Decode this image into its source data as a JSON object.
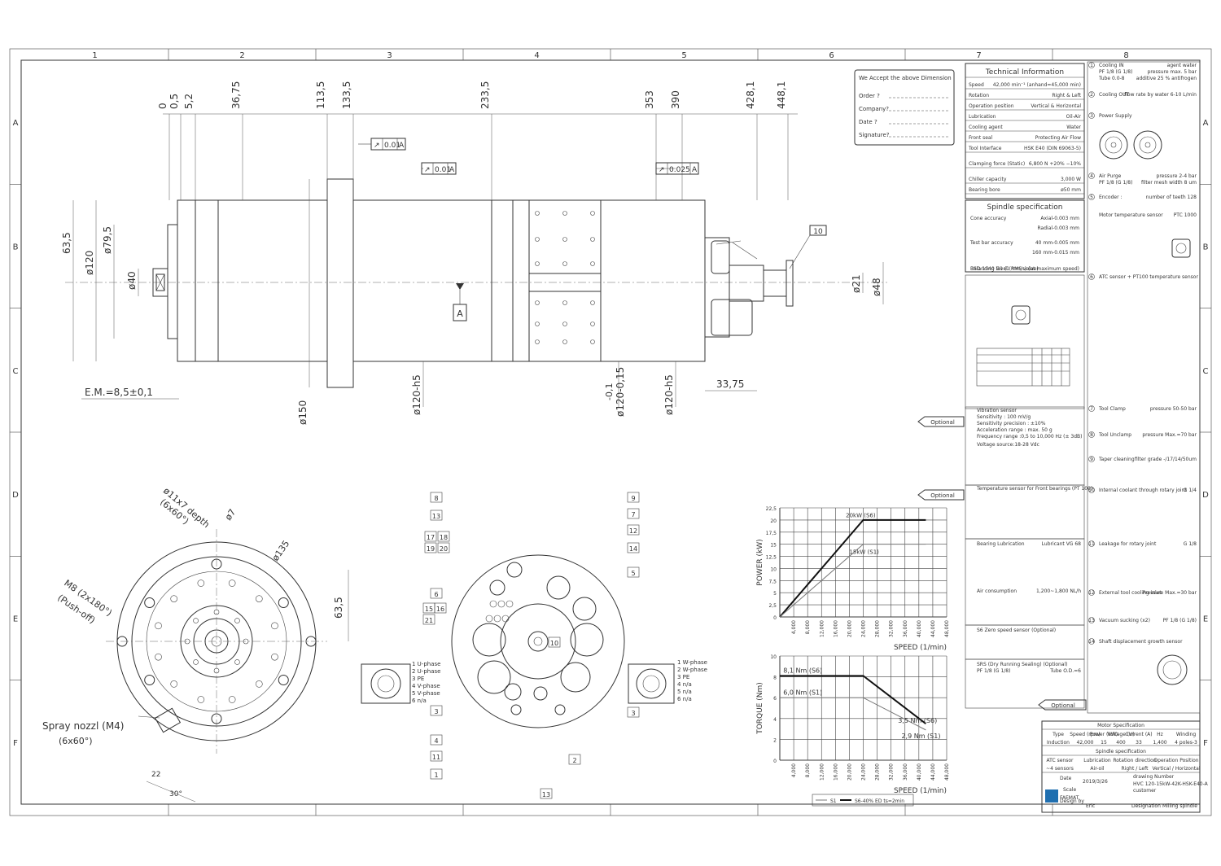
{
  "grid": {
    "columns": [
      "1",
      "2",
      "3",
      "4",
      "5",
      "6",
      "7",
      "8"
    ],
    "rows": [
      "A",
      "B",
      "C",
      "D",
      "E",
      "F"
    ]
  },
  "dims_top": [
    "0",
    "0,5",
    "5,2",
    "36,75",
    "113,5",
    "133,5",
    "233,5",
    "353",
    "390",
    "428,1",
    "448,1"
  ],
  "dims_side": [
    "63,5",
    "ø120",
    "ø79,5",
    "ø40",
    "ø150",
    "ø21",
    "ø48"
  ],
  "dims_bottom": [
    "ø120-h5",
    "ø120-0,15",
    "-0,1",
    "ø120-h5",
    "33,75"
  ],
  "em_label": "E.M.=8,5±0,1",
  "tolerances": [
    {
      "sym": "↗",
      "val": "0.01",
      "ref": "A"
    },
    {
      "sym": "↗",
      "val": "0.01",
      "ref": "A"
    },
    {
      "sym": "↗",
      "val": "0.025",
      "ref": "A"
    }
  ],
  "datum": "A",
  "callout_10": "10",
  "accept": {
    "title": "We Accept the above Dimension",
    "rows": [
      "Order   ?",
      "Company?",
      "Date    ?",
      "Signature?"
    ]
  },
  "tech": {
    "title": "Technical Information",
    "rows": [
      [
        "Speed",
        "42,000 min⁻¹ (anhand=45,000 min)"
      ],
      [
        "Rotation",
        "Right & Left"
      ],
      [
        "Operation position",
        "Vertical & Horizontal"
      ],
      [
        "Lubrication",
        "Oil-Air"
      ],
      [
        "Cooling agent",
        "Water"
      ],
      [
        "Front seal",
        "Protecting Air Flow"
      ],
      [
        "Tool Interface",
        "HSK E40 (DIN 69063-5)"
      ],
      [
        "Clamping force (Static)",
        "6,800 N  +20% −10%"
      ],
      [
        "Chiller capacity",
        "3,000 W"
      ],
      [
        "Bearing bore",
        "ø50 mm"
      ]
    ]
  },
  "spindle_spec": {
    "title": "Spindle specification",
    "rows": [
      [
        "Cone accuracy",
        "Axial-0.003 mm"
      ],
      [
        "",
        "Radial-0.003 mm"
      ],
      [
        "Test bar accuracy",
        "40 mm-0.005 mm"
      ],
      [
        "",
        "160 mm-0.015 mm"
      ],
      [
        "Balancing level (RMS value)",
        "ISO 1940 G1 (1 mm/s) (at maximum speed)"
      ]
    ]
  },
  "right_col": [
    [
      "1",
      "Cooling IN",
      "agent  water"
    ],
    [
      "",
      "PF 1/8 (G 1/8)",
      "pressure  max. 5 bar"
    ],
    [
      "",
      "Tube 0.0-8",
      "additive  25 % antifrogen"
    ],
    [
      "2",
      "Cooling OUT",
      "flow rate by water  6-10 L/min"
    ],
    [
      "3",
      "Power Supply",
      ""
    ],
    [
      "4",
      "Air Purge",
      "pressure 2-4 bar"
    ],
    [
      "",
      "PF 1/8 (G 1/8)",
      "filter mesh width 8 um"
    ],
    [
      "5",
      "Encoder :",
      "number of teeth 128"
    ],
    [
      "",
      "Motor temperature sensor",
      "PTC 1000"
    ],
    [
      "6",
      "ATC sensor + PT100 temperature sensor",
      ""
    ],
    [
      "7",
      "Tool Clamp",
      "pressure 50-50 bar"
    ],
    [
      "8",
      "Tool Unclamp",
      "pressure Max.=70 bar"
    ],
    [
      "9",
      "Taper cleaning",
      "filter grade -/17/14/50um"
    ],
    [
      "10",
      "Internal coolant through rotary joint",
      "G 1/4"
    ],
    [
      "11",
      "Leakage for rotary joint",
      "G 1/8"
    ],
    [
      "12",
      "External tool cooling inlet",
      "Pressure Max.=30 bar"
    ],
    [
      "13",
      "Vacuum sucking (x2)",
      "PF 1/8 (G 1/8)"
    ],
    [
      "14",
      "Shaft displacement growth sensor",
      ""
    ]
  ],
  "left_col": [
    [
      "",
      "Vibration sensor",
      ""
    ],
    [
      "",
      "Sensitivity : 100 mV/g",
      ""
    ],
    [
      "",
      "Sensitivity precision : ±10%",
      ""
    ],
    [
      "",
      "Acceleration range : max. 50 g",
      ""
    ],
    [
      "",
      "Frequency range :0,5 to 10,000 Hz (± 3dB)",
      ""
    ],
    [
      "",
      "Voltage source:18-28 Vdc",
      ""
    ],
    [
      "",
      "Temperature sensor for Front bearings (PT 100)",
      ""
    ],
    [
      "",
      "Bearing Lubrication",
      "Lubricant  VG 68"
    ],
    [
      "",
      "Air consumption",
      "1,200~1,800 NL/h"
    ],
    [
      "",
      "S6 Zero speed sensor (Optional)",
      ""
    ],
    [
      "",
      "SRS (Dry Running Sealing) (Optional)",
      ""
    ],
    [
      "",
      "PF 1/8 (G 1/8)",
      "Tube O.D.=6"
    ]
  ],
  "optional": [
    "Optional",
    "Optional",
    "Optional"
  ],
  "front_view": {
    "labels": [
      "ø11x7 depth",
      "(6x60°)",
      "ø7",
      "ø135",
      "63,5",
      "M8 (2x180°)",
      "(Push-off)",
      "Spray nozzl (M4)",
      "(6x60°)",
      "22",
      "30°"
    ]
  },
  "rear_view": {
    "callouts": [
      "8",
      "13",
      "17",
      "18",
      "19",
      "20",
      "6",
      "15",
      "16",
      "21",
      "9",
      "7",
      "12",
      "14",
      "5",
      "10",
      "3",
      "4",
      "11",
      "1",
      "2",
      "13",
      "3"
    ],
    "left_conn": [
      "1 U-phase",
      "2 U-phase",
      "3 PE",
      "4 V-phase",
      "5 V-phase",
      "6 n/a"
    ],
    "right_conn": [
      "1 W-phase",
      "2 W-phase",
      "3 PE",
      "4 n/a",
      "5 n/a",
      "6 n/a"
    ]
  },
  "chart_data": [
    {
      "type": "line",
      "title": "",
      "ylabel": "POWER (kW)",
      "xlabel": "SPEED (1/min)",
      "x": [
        4000,
        8000,
        12000,
        16000,
        20000,
        24000,
        28000,
        32000,
        36000,
        40000,
        44000,
        48000
      ],
      "ylim": [
        0,
        22.5
      ],
      "yticks": [
        0,
        2.5,
        5,
        7.5,
        10,
        12.5,
        15,
        17.5,
        20,
        22.5
      ],
      "series": [
        {
          "name": "20kW (S6)",
          "points": [
            [
              0,
              0
            ],
            [
              24000,
              20
            ],
            [
              42000,
              20
            ]
          ]
        },
        {
          "name": "15kW (S1)",
          "points": [
            [
              0,
              0
            ],
            [
              24000,
              15
            ],
            [
              42000,
              15
            ]
          ]
        }
      ]
    },
    {
      "type": "line",
      "title": "",
      "ylabel": "TORQUE (Nm)",
      "xlabel": "SPEED (1/min)",
      "x": [
        4000,
        8000,
        12000,
        16000,
        20000,
        24000,
        28000,
        32000,
        36000,
        40000,
        44000,
        48000
      ],
      "ylim": [
        0,
        10
      ],
      "yticks": [
        0,
        2,
        4,
        6,
        8,
        10
      ],
      "series": [
        {
          "name": "8,1 Nm (S6)",
          "points": [
            [
              0,
              8.1
            ],
            [
              24000,
              8.1
            ],
            [
              42000,
              3.5
            ]
          ]
        },
        {
          "name": "6,0 Nm (S1)",
          "points": [
            [
              0,
              6
            ],
            [
              24000,
              6
            ],
            [
              42000,
              2.9
            ]
          ]
        }
      ],
      "end_labels": [
        "3,5 Nm (S6)",
        "2,9 Nm (S1)"
      ],
      "legend": [
        "S1",
        "S6-40% ED ts=2min"
      ]
    }
  ],
  "title_block": {
    "motor_spec": "Motor Specification",
    "motor_head": [
      "Type",
      "Speed (rpm)",
      "Power (kW)",
      "Voltage (V)",
      "Current (A)",
      "Hz",
      "Winding"
    ],
    "motor_row": [
      "Induction",
      "42,000",
      "15",
      "400",
      "33",
      "1,400",
      "4 poles-3"
    ],
    "spindle_spec": "Spindle specification",
    "spindle_head": [
      "ATC sensor",
      "Lubrication",
      "Rotation direction",
      "Operation Position"
    ],
    "spindle_row": [
      "~4 sensors",
      "Air-oil",
      "Right / Left",
      "Vertical / Horizontal"
    ],
    "date_label": "Date",
    "date": "2019/3/26",
    "drawing_number_label": "drawing Number",
    "drawing_number": "HVC 120-15kW-42K-HSK-E40-A",
    "scale_label": "Scale",
    "customer_label": "customer",
    "design_label": "Design by",
    "designer": "Eric",
    "designation_label": "Designation",
    "designation": "Milling spindle",
    "logo": "FAEMAT"
  }
}
